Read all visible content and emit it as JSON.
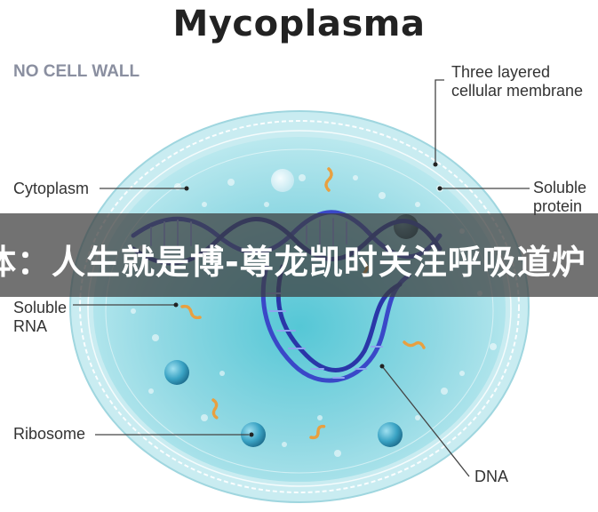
{
  "title": "Mycoplasma",
  "subtitle": "NO CELL WALL",
  "labels": {
    "membrane_line1": "Three layered",
    "membrane_line2": "cellular membrane",
    "cytoplasm": "Cytoplasm",
    "soluble_protein_line1": "Soluble",
    "soluble_protein_line2": "protein",
    "soluble_rna_line1": "Soluble",
    "soluble_rna_line2": "RNA",
    "ribosome": "Ribosome",
    "dna": "DNA"
  },
  "watermark": "体：人生就是博-尊龙凯时关注呼吸道炉",
  "colors": {
    "membrane": "#b7e6ec",
    "cytoplasm": "#8fd8e3",
    "dna": "#3a48c8",
    "ribosome": "#3aa3c4",
    "rna": "#e8a040",
    "text": "#333333"
  }
}
